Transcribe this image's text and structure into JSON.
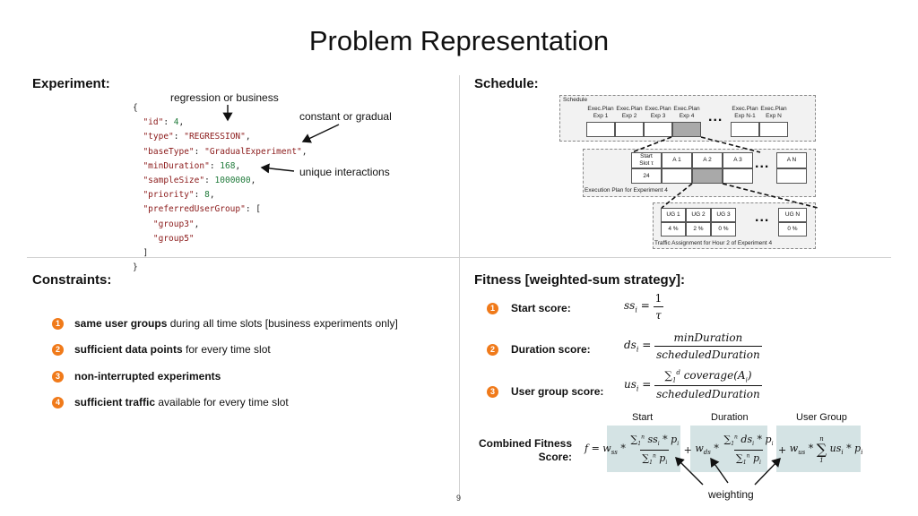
{
  "title": "Problem Representation",
  "page_number": "9",
  "experiment": {
    "heading": "Experiment:",
    "annotations": {
      "regression": "regression or business",
      "gradual": "constant or gradual",
      "unique": "unique interactions"
    },
    "json_lines": {
      "open": "{",
      "id_key": "\"id\"",
      "id_val": "4",
      "type_key": "\"type\"",
      "type_val": "\"REGRESSION\"",
      "base_key": "\"baseType\"",
      "base_val": "\"GradualExperiment\"",
      "min_key": "\"minDuration\"",
      "min_val": "168",
      "sample_key": "\"sampleSize\"",
      "sample_val": "1000000",
      "prio_key": "\"priority\"",
      "prio_val": "8",
      "pref_key": "\"preferredUserGroup\"",
      "group3": "\"group3\"",
      "group5": "\"group5\"",
      "close_arr": "]",
      "close": "}"
    }
  },
  "schedule": {
    "heading": "Schedule:",
    "schedule_box_label": "Schedule",
    "exec_plans": [
      "Exec.Plan\nExp 1",
      "Exec.Plan\nExp 2",
      "Exec.Plan\nExp 3",
      "Exec.Plan\nExp 4"
    ],
    "exec_plans_tail": [
      "Exec.Plan\nExp N-1",
      "Exec.Plan\nExp N"
    ],
    "exec_box_label": "Execution Plan for Experiment 4",
    "start_slot": "Start\nSlot τ",
    "start_value": "24",
    "assignments": [
      "A 1",
      "A 2",
      "A 3"
    ],
    "assignment_tail": "A N",
    "traffic_box_label": "Traffic Assignment for Hour 2 of Experiment 4",
    "user_groups": [
      "UG 1",
      "UG 2",
      "UG 3"
    ],
    "user_group_tail": "UG N",
    "ug_values": [
      "4 %",
      "2 %",
      "0 %"
    ],
    "ug_tail_value": "0 %",
    "dots": "..."
  },
  "constraints": {
    "heading": "Constraints:",
    "items": [
      {
        "num": "1",
        "bold": "same user groups",
        "rest": " during all time slots [business experiments only]"
      },
      {
        "num": "2",
        "bold": "sufficient data points",
        "rest": " for every time slot"
      },
      {
        "num": "3",
        "bold": "non-interrupted experiments",
        "rest": ""
      },
      {
        "num": "4",
        "bold": "sufficient traffic",
        "rest": " available for every time slot"
      }
    ]
  },
  "fitness": {
    "heading": "Fitness [weighted-sum strategy]:",
    "scores": [
      {
        "num": "1",
        "label": "Start score:"
      },
      {
        "num": "2",
        "label": "Duration score:"
      },
      {
        "num": "3",
        "label": "User group score:"
      }
    ],
    "combined_label_1": "Combined Fitness",
    "combined_label_2": "Score:",
    "columns": [
      "Start",
      "Duration",
      "User Group"
    ],
    "weighting": "weighting",
    "colors": {
      "badge": "#f07a1a",
      "highlight": "#d4e3e4",
      "gray_cell": "#a9a9a9"
    }
  }
}
